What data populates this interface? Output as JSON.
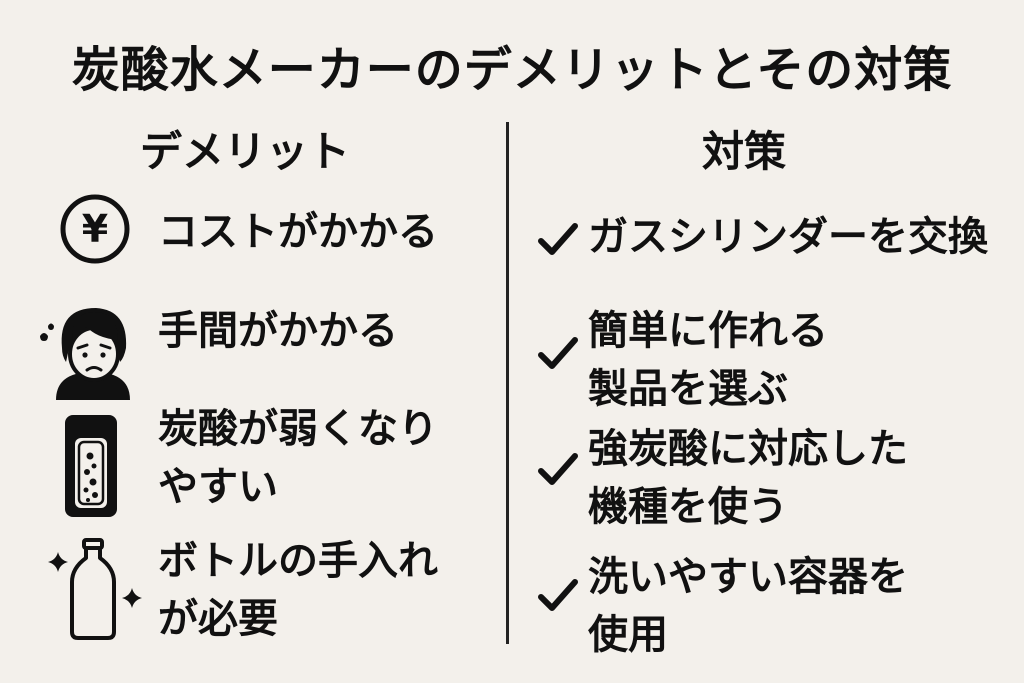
{
  "title": "炭酸水メーカーのデメリットとその対策",
  "columns": {
    "left_header": "デメリット",
    "right_header": "対策"
  },
  "demerits": [
    {
      "icon": "yen-coin-icon",
      "line1": "コストがかかる",
      "line2": ""
    },
    {
      "icon": "worried-person-icon",
      "line1": "手間がかかる",
      "line2": ""
    },
    {
      "icon": "carbonated-bottle-icon",
      "line1": "炭酸が弱くなり",
      "line2": "やすい"
    },
    {
      "icon": "sparkling-bottle-icon",
      "line1": "ボトルの手入れ",
      "line2": "が必要"
    }
  ],
  "solutions": [
    {
      "icon": "checkmark-icon",
      "line1": "ガスシリンダーを交換",
      "line2": ""
    },
    {
      "icon": "checkmark-icon",
      "line1": "簡単に作れる",
      "line2": "製品を選ぶ"
    },
    {
      "icon": "checkmark-icon",
      "line1": "強炭酸に対応した",
      "line2": "機種を使う"
    },
    {
      "icon": "checkmark-icon",
      "line1": "洗いやすい容器を",
      "line2": "使用"
    }
  ],
  "colors": {
    "background": "#f3f0eb",
    "ink": "#111111"
  }
}
